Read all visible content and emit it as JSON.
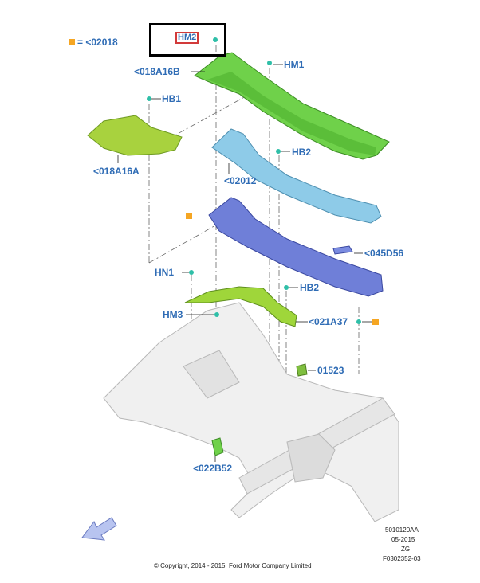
{
  "legend": {
    "marker_color": "#f5a623",
    "text": "= <02018"
  },
  "highlight_label": "HM2",
  "parts": {
    "p018A16B": "<018A16B",
    "HM1": "HM1",
    "HB1": "HB1",
    "p018A16A": "<018A16A",
    "HB2_top": "HB2",
    "p02012": "<02012",
    "p045D56": "<045D56",
    "HN1": "HN1",
    "HB2_bottom": "HB2",
    "HM3": "HM3",
    "p021A37": "<021A37",
    "p01523": "01523",
    "p022B52": "<022B52"
  },
  "footer": {
    "code": "5010120AA",
    "date": "05-2015",
    "region": "ZG",
    "ref": "F0302352-03",
    "copyright": "© Copyright, 2014 - 2015, Ford Motor Company Limited"
  },
  "colors": {
    "label": "#2f6cb5",
    "green": "#6fd14a",
    "cyan": "#8ecbe8",
    "blue": "#6f7fd8",
    "lime": "#9fd63a"
  }
}
